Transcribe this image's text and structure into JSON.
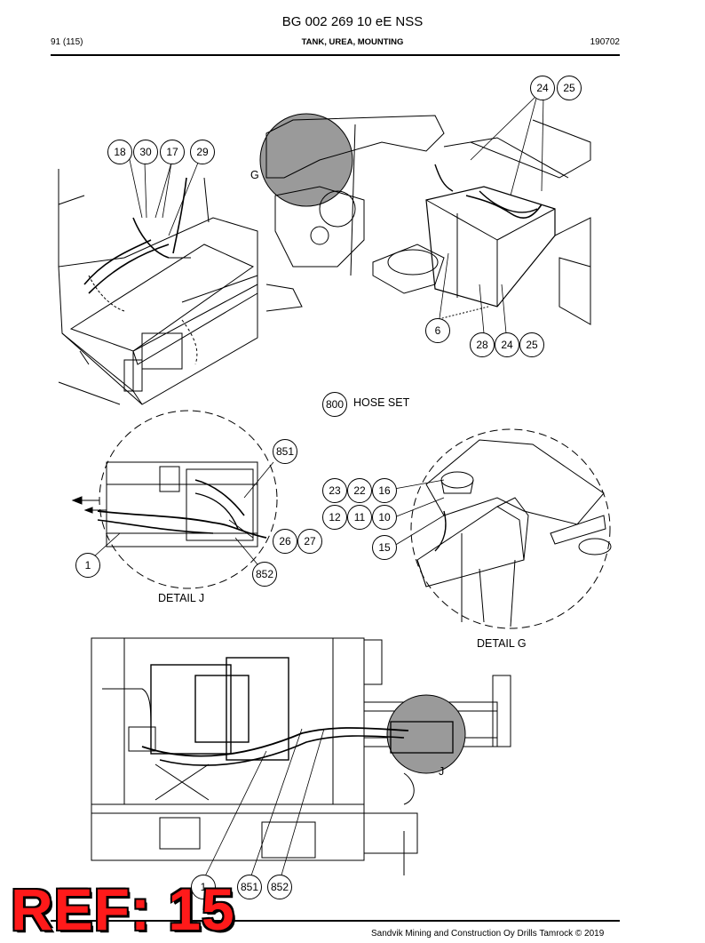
{
  "header": {
    "doc_number": "BG 002 269 10 eE NSS",
    "page": "91 (115)",
    "section_title": "TANK, UREA, MOUNTING",
    "date_code": "190702"
  },
  "callouts": {
    "c18": "18",
    "c30": "30",
    "c17": "17",
    "c29": "29",
    "c24a": "24",
    "c25a": "25",
    "c6": "6",
    "c28": "28",
    "c24b": "24",
    "c25b": "25",
    "c800": "800",
    "c851a": "851",
    "c26": "26",
    "c27": "27",
    "c1a": "1",
    "c852a": "852",
    "c23": "23",
    "c22": "22",
    "c16": "16",
    "c12": "12",
    "c11": "11",
    "c10": "10",
    "c15": "15",
    "c1b": "1",
    "c851b": "851",
    "c852b": "852"
  },
  "labels": {
    "g": "G",
    "hose_set": "HOSE SET",
    "detail_j": "DETAIL J",
    "detail_g": "DETAIL G",
    "j": "J"
  },
  "watermark": "REF: 15",
  "footer": "Sandvik Mining and Construction Oy Drills Tamrock © 2019",
  "colors": {
    "watermark_red": "#ff1a1a",
    "detail_shade": "#9a9a9a",
    "line": "#000000"
  }
}
